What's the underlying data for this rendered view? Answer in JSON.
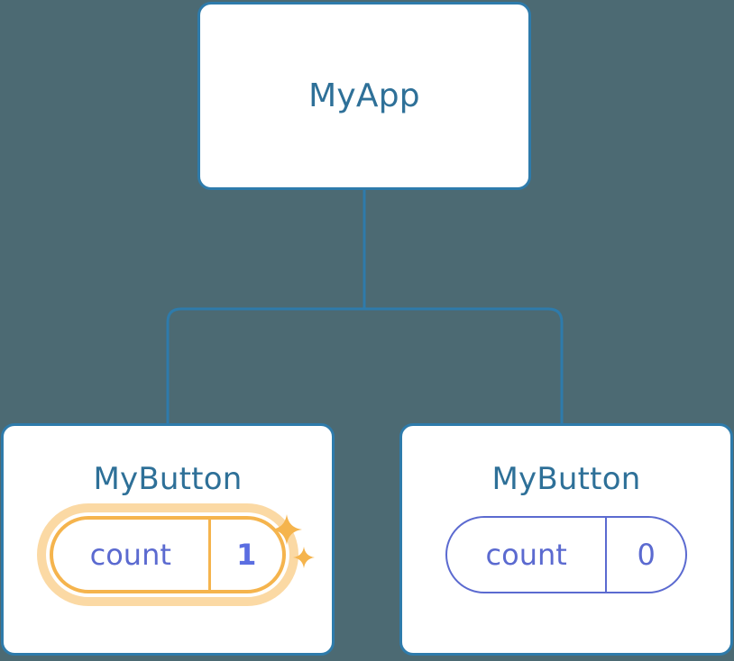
{
  "diagram": {
    "type": "component-tree",
    "background_color": "#4c6a73",
    "connector_color": "#2e7bab",
    "node_border_color": "#2e7bab",
    "node_title_color": "#2e7098",
    "state_color": "#5b6ad0",
    "highlight_color": "#f5b44d",
    "highlight_glow_color": "#fbd9a4"
  },
  "root": {
    "title": "MyApp"
  },
  "children": [
    {
      "title": "MyButton",
      "state": {
        "key": "count",
        "value": "1",
        "highlighted": true
      },
      "sparkles": [
        "sparkle-icon",
        "sparkle-icon"
      ]
    },
    {
      "title": "MyButton",
      "state": {
        "key": "count",
        "value": "0",
        "highlighted": false
      }
    }
  ]
}
